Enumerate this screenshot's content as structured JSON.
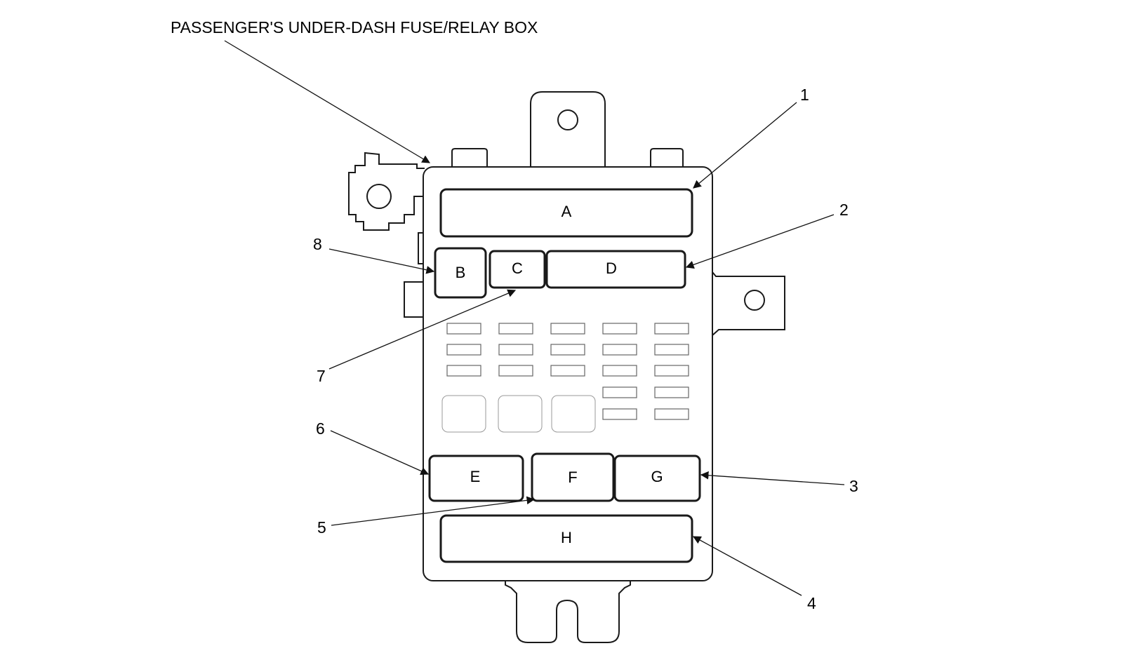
{
  "title": "PASSENGER'S UNDER-DASH FUSE/RELAY BOX",
  "connectors": [
    {
      "id": "A",
      "label": "A"
    },
    {
      "id": "B",
      "label": "B"
    },
    {
      "id": "C",
      "label": "C"
    },
    {
      "id": "D",
      "label": "D"
    },
    {
      "id": "E",
      "label": "E"
    },
    {
      "id": "F",
      "label": "F"
    },
    {
      "id": "G",
      "label": "G"
    },
    {
      "id": "H",
      "label": "H"
    }
  ],
  "callouts": [
    {
      "number": "1",
      "target": "A"
    },
    {
      "number": "2",
      "target": "D"
    },
    {
      "number": "3",
      "target": "G"
    },
    {
      "number": "4",
      "target": "H"
    },
    {
      "number": "5",
      "target": "F"
    },
    {
      "number": "6",
      "target": "E"
    },
    {
      "number": "7",
      "target": "C"
    },
    {
      "number": "8",
      "target": "B"
    }
  ]
}
